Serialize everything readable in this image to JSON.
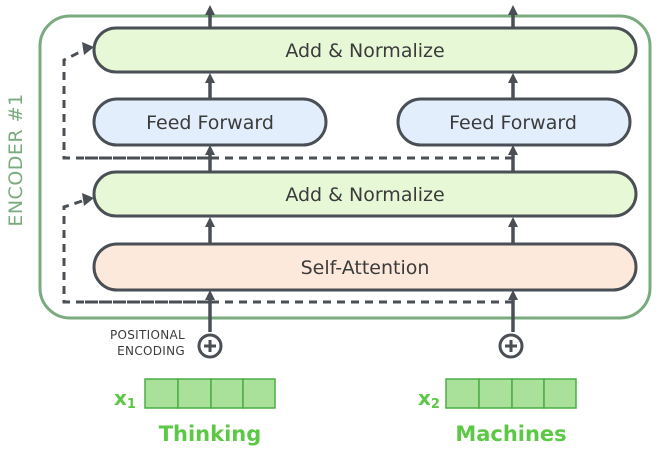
{
  "encoder": {
    "label": "ENCODER #1",
    "border_color": "#7aab7f"
  },
  "blocks": {
    "add_norm_top": "Add & Normalize",
    "feed_forward_left": "Feed Forward",
    "feed_forward_right": "Feed Forward",
    "add_norm_bottom": "Add & Normalize",
    "self_attention": "Self-Attention"
  },
  "positional_encoding": {
    "line1": "POSITIONAL",
    "line2": "ENCODING"
  },
  "inputs": [
    {
      "symbol": "x",
      "subscript": "1",
      "word": "Thinking"
    },
    {
      "symbol": "x",
      "subscript": "2",
      "word": "Machines"
    }
  ],
  "colors": {
    "add_norm_fill": "#e7f8d6",
    "feed_forward_fill": "#e2eefb",
    "self_attention_fill": "#fde8dc",
    "block_stroke": "#4a4f55",
    "arrow": "#4a4f55",
    "input_label": "#5cc846",
    "vector_fill": "#a9e19b",
    "vector_stroke": "#4bae45"
  }
}
